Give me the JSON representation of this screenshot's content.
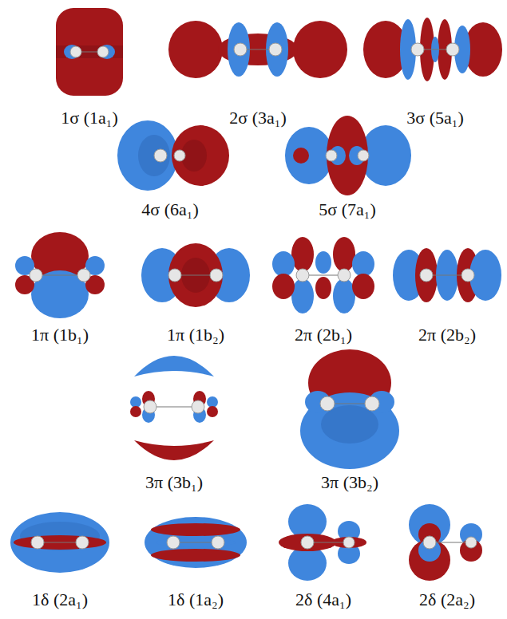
{
  "diagram": {
    "labels": [
      "1σ (1a₁)",
      "2σ (3a₁)",
      "3σ (5a₁)",
      "4σ (6a₁)",
      "5σ (7a₁)",
      "1π (1b₁)",
      "1π (1b₂)",
      "2π (2b₁)",
      "2π (2b₂)",
      "3π (3b₁)",
      "3π (3b₂)",
      "1δ (2a₁)",
      "1δ (1a₂)",
      "2δ (4a₁)",
      "2δ (2a₂)"
    ]
  }
}
